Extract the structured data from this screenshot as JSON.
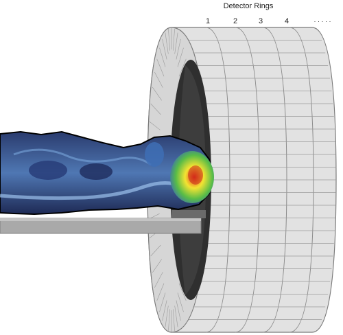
{
  "title": "Detector Rings",
  "ring_labels": [
    "1",
    "2",
    "3",
    "4",
    "· · · · ·"
  ],
  "colors": {
    "background": "#ffffff",
    "ring_face": "#e2e2e2",
    "ring_shade": "#c9c9c9",
    "grid_line": "#8a8a8a",
    "bore": "#2f2f2f",
    "table": "#a9a9a9",
    "body_dark": "#1c2447",
    "body_mid": "#3b5a8f",
    "body_light": "#7fa6d8",
    "hot_red": "#e2301e",
    "hot_yellow": "#f3e332",
    "hot_green": "#58bc47"
  },
  "icons": [
    "pet-scanner-gantry",
    "patient-bed",
    "patient-body-scan"
  ]
}
